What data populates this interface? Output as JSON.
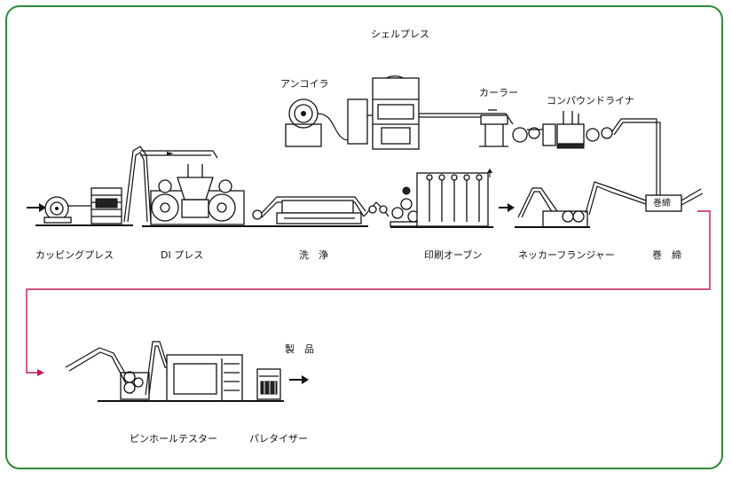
{
  "colors": {
    "frame": "#2e8b3a",
    "flow_link": "#c2185b",
    "line": "#111111"
  },
  "labels": {
    "shell_press": "シェルプレス",
    "uncoiler": "アンコイラ",
    "curler": "カーラー",
    "compound_liner": "コンパウンドライナ",
    "cupping_press": "カッピングプレス",
    "di_press": "DI プレス",
    "washing": "洗　浄",
    "print_oven": "印刷オーブン",
    "necker_flanger": "ネッカーフランジャー",
    "seaming": "巻　締",
    "seamer_box": "巻締",
    "product": "製　品",
    "pinhole_tester": "ピンホールテスター",
    "palletizer": "パレタイザー"
  }
}
